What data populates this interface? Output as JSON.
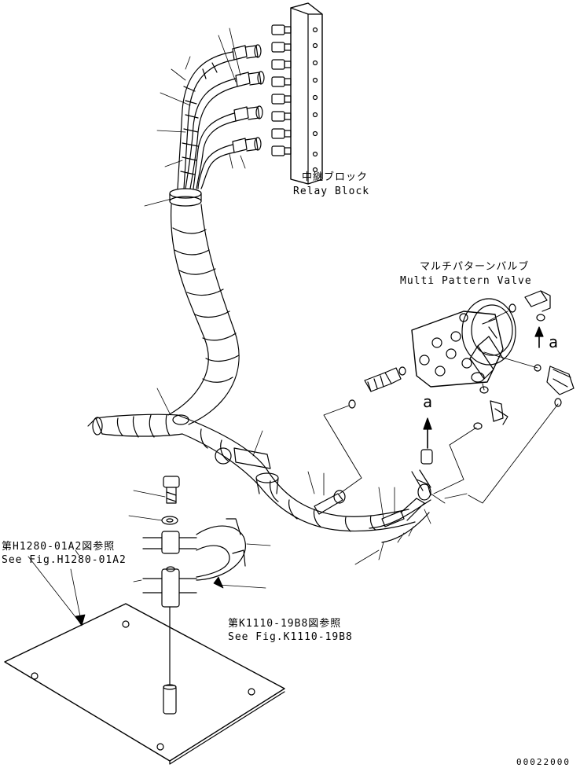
{
  "labels": {
    "relay_block_jp": "中継ブロック",
    "relay_block_en": "Relay Block",
    "multi_pattern_valve_jp": "マルチパターンバルブ",
    "multi_pattern_valve_en": "Multi Pattern Valve",
    "ref_h1280_jp": "第H1280-01A2図参照",
    "ref_h1280_en": "See Fig.H1280-01A2",
    "ref_k1110_jp": "第K1110-19B8図参照",
    "ref_k1110_en": "See Fig.K1110-19B8",
    "view_a_upper": "a",
    "view_a_lower": "a",
    "drawing_number": "00022000"
  }
}
